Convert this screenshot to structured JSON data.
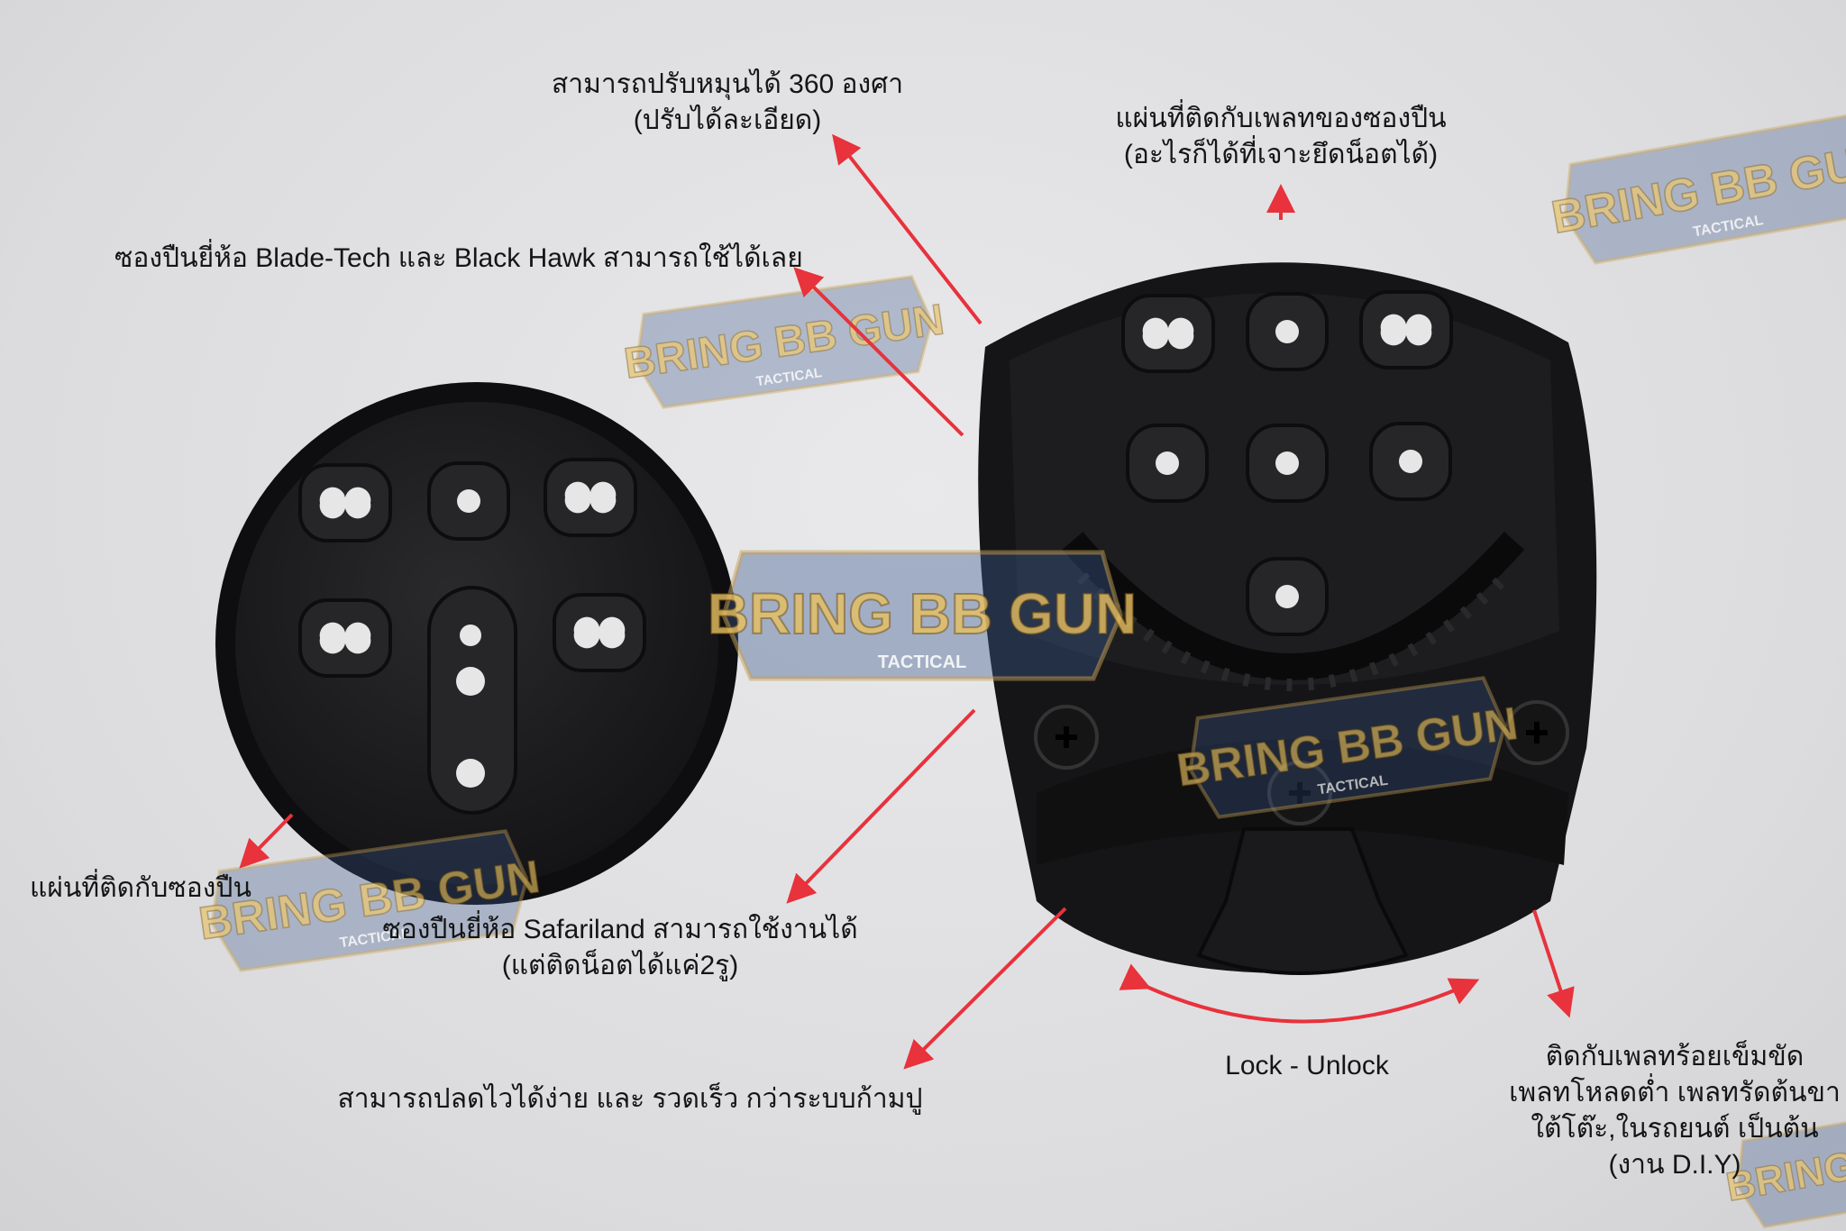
{
  "annotations": {
    "rotate": {
      "line1": "สามารถปรับหมุนได้ 360 องศา",
      "line2": "(ปรับได้ละเอียด)"
    },
    "belt_plate": {
      "line1": "แผ่นที่ติดกับเพลทของซองปืน",
      "line2": "(อะไรก็ได้ที่เจาะยึดน็อตได้)"
    },
    "compatible": {
      "line1": "ซองปืนยี่ห้อ Blade-Tech และ Black Hawk สามารถใช้ได้เลย"
    },
    "holster_plate": {
      "line1": "แผ่นที่ติดกับซองปืน"
    },
    "safariland": {
      "line1": "ซองปืนยี่ห้อ Safariland สามารถใช้งานได้",
      "line2": "(แต่ติดน็อตได้แค่2รู)"
    },
    "quick_release": {
      "line1": "สามารถปลดไวได้ง่าย และ รวดเร็ว กว่าระบบก้ามปู"
    },
    "lock": {
      "line1": "Lock - Unlock"
    },
    "mounting": {
      "line1": "ติดกับเพลทร้อยเข็มขัด",
      "line2": "เพลทโหลดต่ำ เพลทรัดต้นขา",
      "line3": "ใต้โต๊ะ,ในรถยนต์ เป็นต้น",
      "line4": "(งาน D.I.Y)"
    }
  },
  "watermark": {
    "brand": "BRING BB GUN",
    "sub": "TACTICAL"
  },
  "colors": {
    "arrow": "#e8323c",
    "plastic": "#1c1c1e",
    "background": "#e2e2e4"
  }
}
